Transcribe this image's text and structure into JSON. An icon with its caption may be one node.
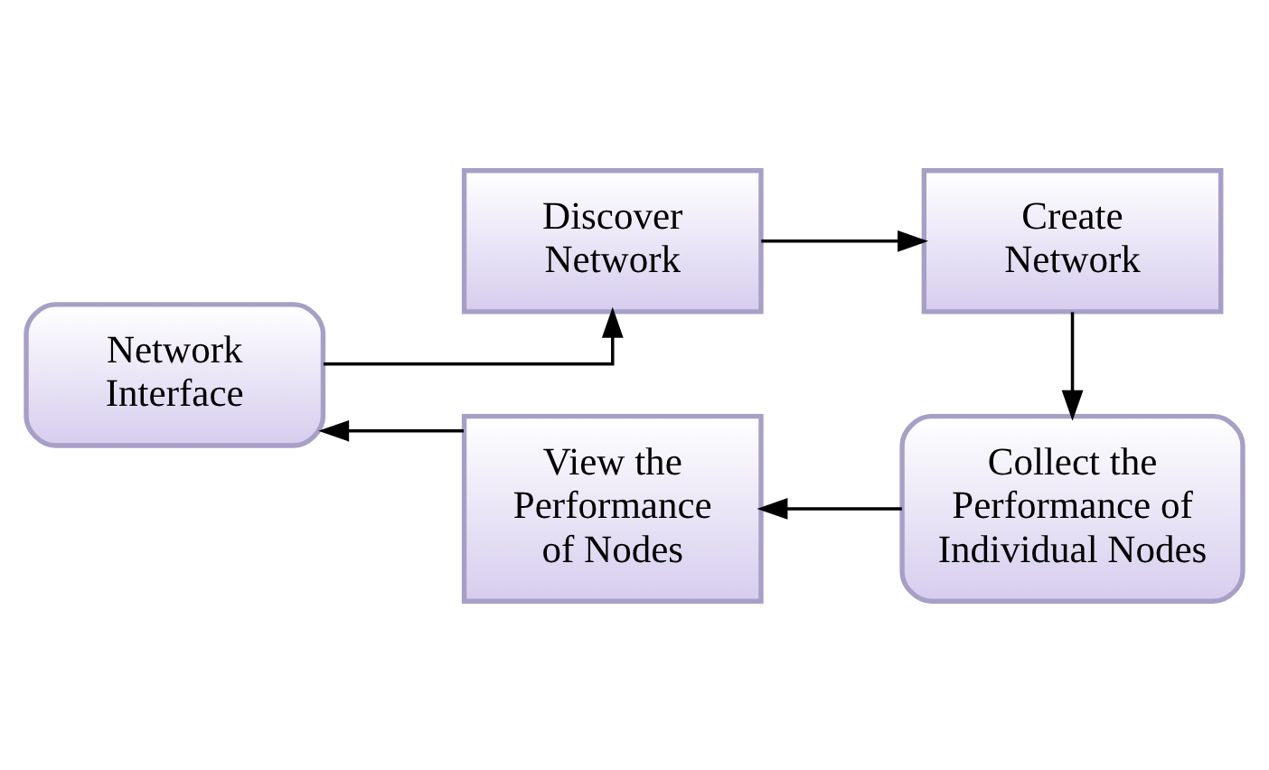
{
  "diagram": {
    "nodes": [
      {
        "text": [
          "Network Interface"
        ]
      },
      {
        "text": [
          "Discover Network"
        ]
      },
      {
        "text": [
          "Create Network"
        ]
      },
      {
        "text": [
          "Collect the Performance of Individual Nodes"
        ]
      },
      {
        "text": [
          "View the Performance of Nodes"
        ]
      }
    ],
    "edges": [
      {
        "from": 0,
        "to": 1,
        "arrow": "to"
      },
      {
        "from": 1,
        "to": 2,
        "arrow": "to"
      },
      {
        "from": 2,
        "to": 3,
        "arrow": "to"
      },
      {
        "from": 3,
        "to": 4,
        "arrow": "to"
      },
      {
        "from": 4,
        "to": 0,
        "arrow": "to"
      }
    ]
  }
}
